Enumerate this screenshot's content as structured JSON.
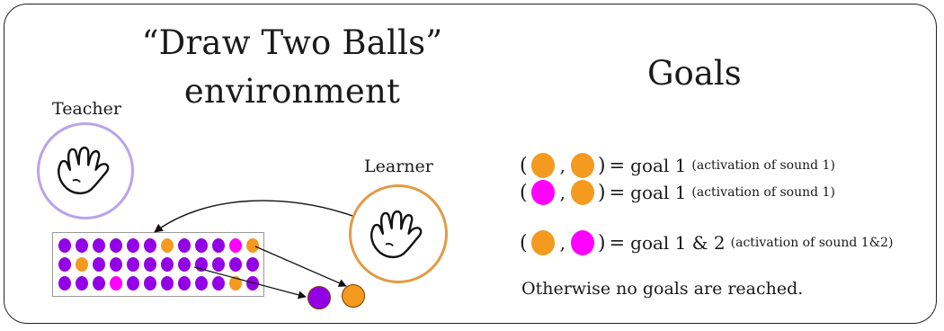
{
  "env_title_line1": "“Draw Two Balls”",
  "env_title_line2": "environment",
  "goals_title": "Goals",
  "teacher_label": "Teacher",
  "learner_label": "Learner",
  "colors": {
    "purple": "#9400e6",
    "orange": "#f39a1f",
    "magenta": "#ff00ff",
    "teacher_ring": "#b8a4ec",
    "learner_ring": "#e39a45"
  },
  "icons": {
    "teacher_hand": "hand-icon",
    "learner_hand": "hand-icon"
  },
  "ball_grid": [
    [
      "purple",
      "purple",
      "purple",
      "purple",
      "purple",
      "purple",
      "orange",
      "purple",
      "purple",
      "purple",
      "magenta",
      "orange"
    ],
    [
      "purple",
      "orange",
      "purple",
      "purple",
      "purple",
      "purple",
      "purple",
      "purple",
      "purple",
      "purple",
      "purple",
      "purple"
    ],
    [
      "purple",
      "purple",
      "purple",
      "magenta",
      "purple",
      "purple",
      "purple",
      "purple",
      "purple",
      "purple",
      "orange",
      "purple"
    ]
  ],
  "drawn_balls": [
    "purple",
    "orange"
  ],
  "goal_rows": [
    {
      "open": "(",
      "first": "orange",
      "comma": ",",
      "second": "orange",
      "close": ")",
      "eq": "=",
      "goal": "goal 1",
      "note": "(activation of sound 1)"
    },
    {
      "open": "(",
      "first": "magenta",
      "comma": ",",
      "second": "orange",
      "close": ")",
      "eq": "=",
      "goal": "goal 1",
      "note": "(activation of sound 1)"
    },
    {
      "open": "(",
      "first": "orange",
      "comma": ",",
      "second": "magenta",
      "close": ")",
      "eq": "=",
      "goal": "goal 1 & 2",
      "note": "(activation of sound 1&2)"
    }
  ],
  "otherwise_text": "Otherwise no goals are reached."
}
